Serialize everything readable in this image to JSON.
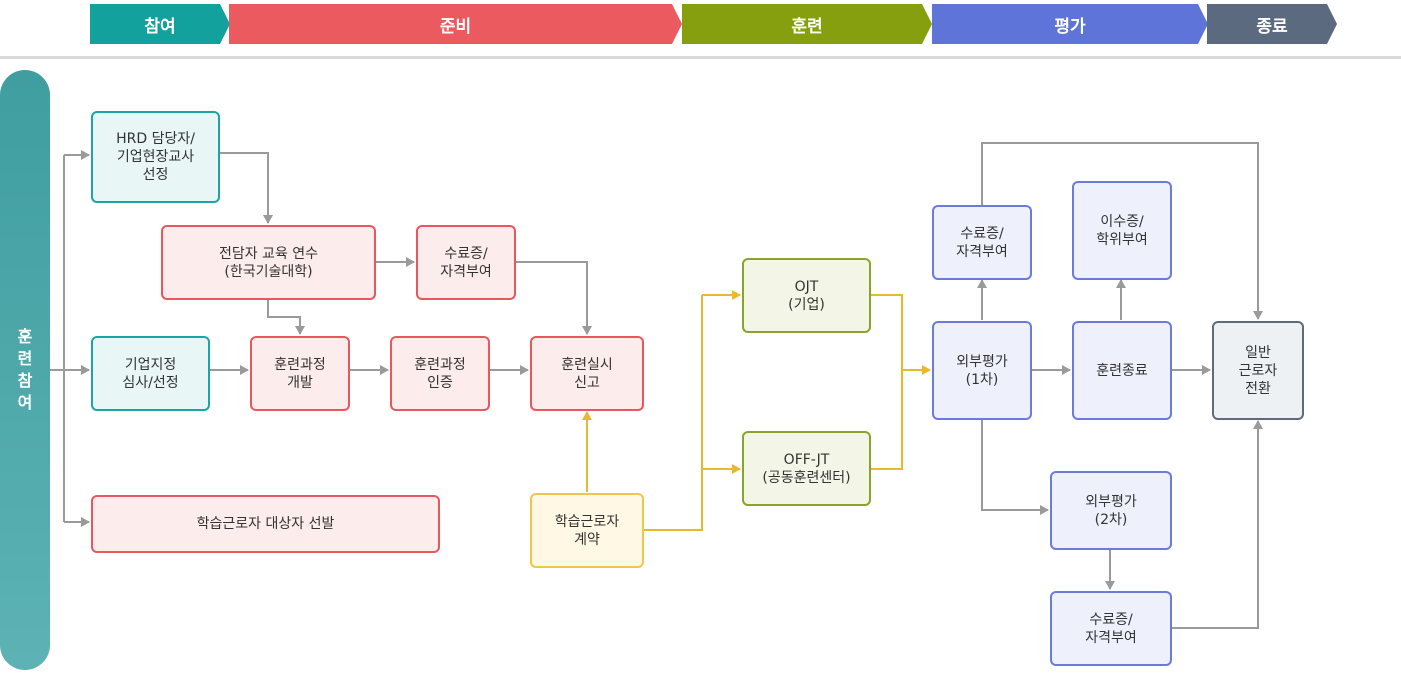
{
  "phases": {
    "participation": "참여",
    "preparation": "준비",
    "training": "훈련",
    "evaluation": "평가",
    "completion": "종료"
  },
  "colors": {
    "participation": "#13a19e",
    "preparation": "#eb5a5e",
    "training": "#869f0f",
    "evaluation": "#5f74d9",
    "completion": "#5b6a7e",
    "arrow_gray": "#9a9a9a",
    "arrow_yellow": "#e8b830"
  },
  "sidebar": {
    "label": "훈련참여"
  },
  "boxes": {
    "hrd_selection": "HRD 담당자/\n기업현장교사\n선정",
    "staff_training": "전담자 교육 연수\n(한국기술대학)",
    "cert_prep": "수료증/\n자격부여",
    "company_designation": "기업지정\n심사/선정",
    "course_development": "훈련과정\n개발",
    "course_certification": "훈련과정\n인증",
    "training_report": "훈련실시\n신고",
    "learner_selection": "학습근로자 대상자 선발",
    "learner_contract": "학습근로자\n계약",
    "ojt": "OJT\n(기업)",
    "offjt": "OFF-JT\n(공동훈련센터)",
    "cert_eval_top": "수료증/\n자격부여",
    "completion_degree": "이수증/\n학위부여",
    "external_eval_1": "외부평가\n(1차)",
    "training_end": "훈련종료",
    "general_worker": "일반\n근로자\n전환",
    "external_eval_2": "외부평가\n(2차)",
    "cert_eval_bottom": "수료증/\n자격부여"
  }
}
